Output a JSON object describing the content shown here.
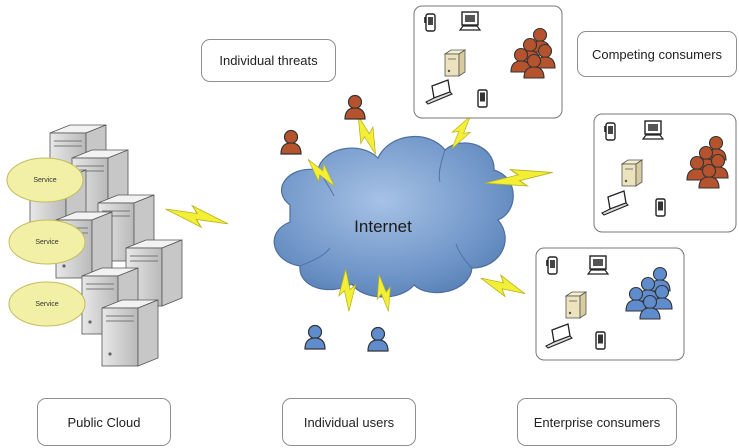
{
  "labels": {
    "individual_threats": "Individual threats",
    "competing_consumers": "Competing consumers",
    "public_cloud": "Public Cloud",
    "individual_users": "Individual users",
    "enterprise_consumers": "Enterprise consumers"
  },
  "cloud": {
    "label": "Internet"
  },
  "services": [
    "Service",
    "Service",
    "Service"
  ],
  "colors": {
    "cloud": "#6d93c6",
    "threat_person": "#b5532e",
    "user_person": "#5f8ccc",
    "lightning": "#f3ee36",
    "service_bubble": "#f2f0a6"
  },
  "icons": [
    "server-rack-icon",
    "phone-icon",
    "desktop-icon",
    "laptop-icon",
    "pda-icon",
    "person-icon",
    "lightning-icon"
  ]
}
